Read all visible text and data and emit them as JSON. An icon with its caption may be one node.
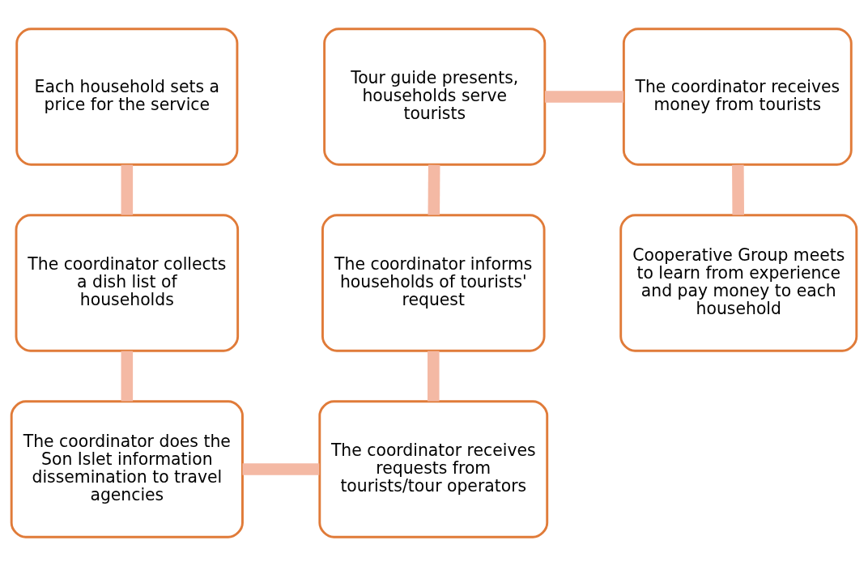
{
  "diagram": {
    "nodes": [
      {
        "text": [
          "Each household sets a price for the service"
        ]
      },
      {
        "text": [
          "Tour guide presents, households serve tourists"
        ]
      },
      {
        "text": [
          "The coordinator receives money from tourists"
        ]
      },
      {
        "text": [
          "The coordinator collects a dish list of households"
        ]
      },
      {
        "text": [
          "The coordinator informs households of tourists' request"
        ]
      },
      {
        "text": [
          "Cooperative Group meets to learn from experience and pay money to each household"
        ]
      },
      {
        "text": [
          "The coordinator does the Son Islet information dissemination to travel agencies"
        ]
      },
      {
        "text": [
          "The coordinator receives requests from tourists/tour operators"
        ]
      }
    ],
    "edges": [
      {
        "from": 0,
        "to": 3,
        "arrow": "none"
      },
      {
        "from": 1,
        "to": 2,
        "arrow": "none"
      },
      {
        "from": 1,
        "to": 4,
        "arrow": "none"
      },
      {
        "from": 2,
        "to": 5,
        "arrow": "none"
      },
      {
        "from": 3,
        "to": 6,
        "arrow": "none"
      },
      {
        "from": 4,
        "to": 7,
        "arrow": "none"
      },
      {
        "from": 6,
        "to": 7,
        "arrow": "none"
      }
    ]
  }
}
